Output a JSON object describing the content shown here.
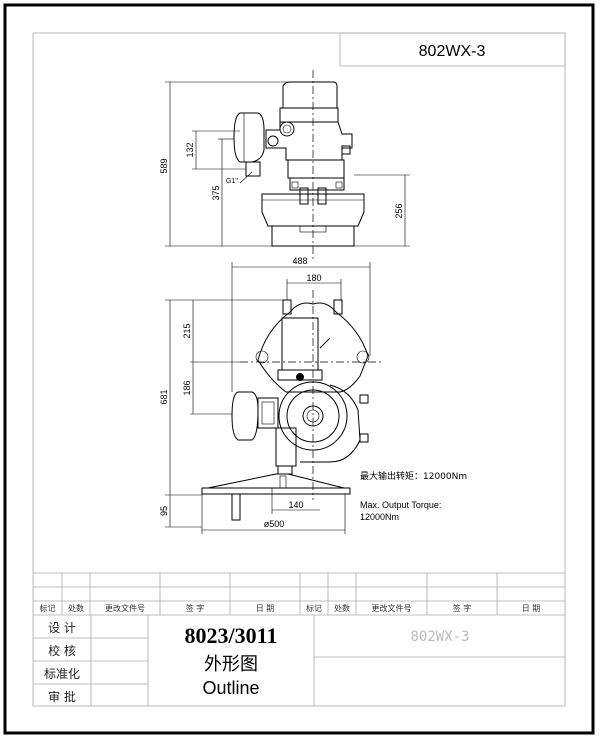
{
  "header": {
    "model": "802WX-3"
  },
  "dimensions": {
    "total_height_top": "589",
    "d132": "132",
    "d375": "375",
    "d256": "256",
    "thread": "G1\"",
    "width_488": "488",
    "d180": "180",
    "d215": "215",
    "d186": "186",
    "total_height_side": "681",
    "d95": "95",
    "d140": "140",
    "base_diameter": "ø500"
  },
  "notes": {
    "torque_cn": "最大输出转矩：12000Nm",
    "torque_en_label": "Max. Output Torque:",
    "torque_en_value": "12000Nm"
  },
  "title_block": {
    "headers": [
      "标记",
      "处数",
      "更改文件号",
      "签  字",
      "日  期",
      "标记",
      "处数",
      "更改文件号",
      "签  字",
      "日  期"
    ],
    "roles": [
      "设 计",
      "校 核",
      "标准化",
      "审 批"
    ],
    "drawing_number": "8023/3011",
    "title_cn": "外形图",
    "title_en": "Outline",
    "model": "802WX-3"
  }
}
